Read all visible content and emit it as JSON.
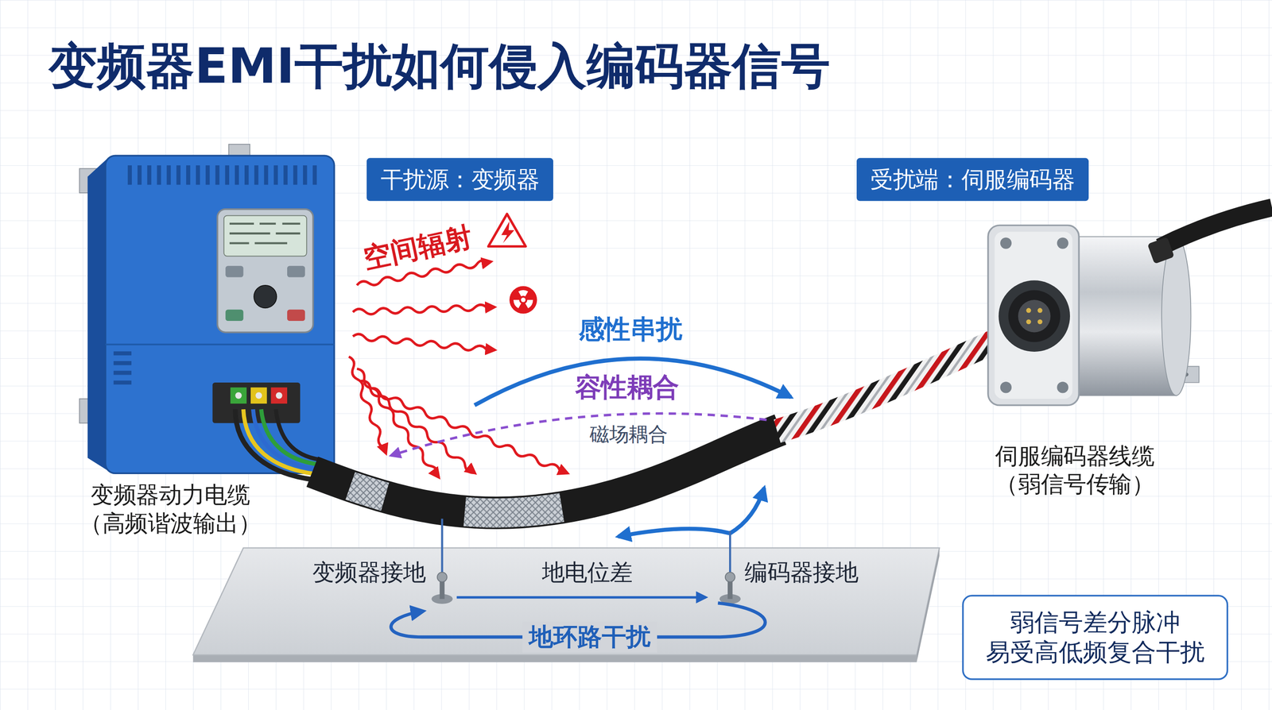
{
  "diagram": {
    "title": "变频器EMI干扰如何侵入编码器信号",
    "nodes": [
      {
        "text": [
          "干扰源：变频器"
        ]
      },
      {
        "text": [
          "受扰端：伺服编码器"
        ]
      },
      {
        "text": [
          "弱信号差分脉冲 易受高低频复合干扰"
        ]
      }
    ],
    "labels": [
      "空间辐射",
      "感性串扰",
      "容性耦合",
      "磁场耦合",
      "变频器动力电缆 （高频谐波输出）",
      "伺服编码器线缆 （弱信号传输）",
      "变频器接地",
      "地电位差",
      "编码器接地",
      "地环路干扰"
    ]
  }
}
